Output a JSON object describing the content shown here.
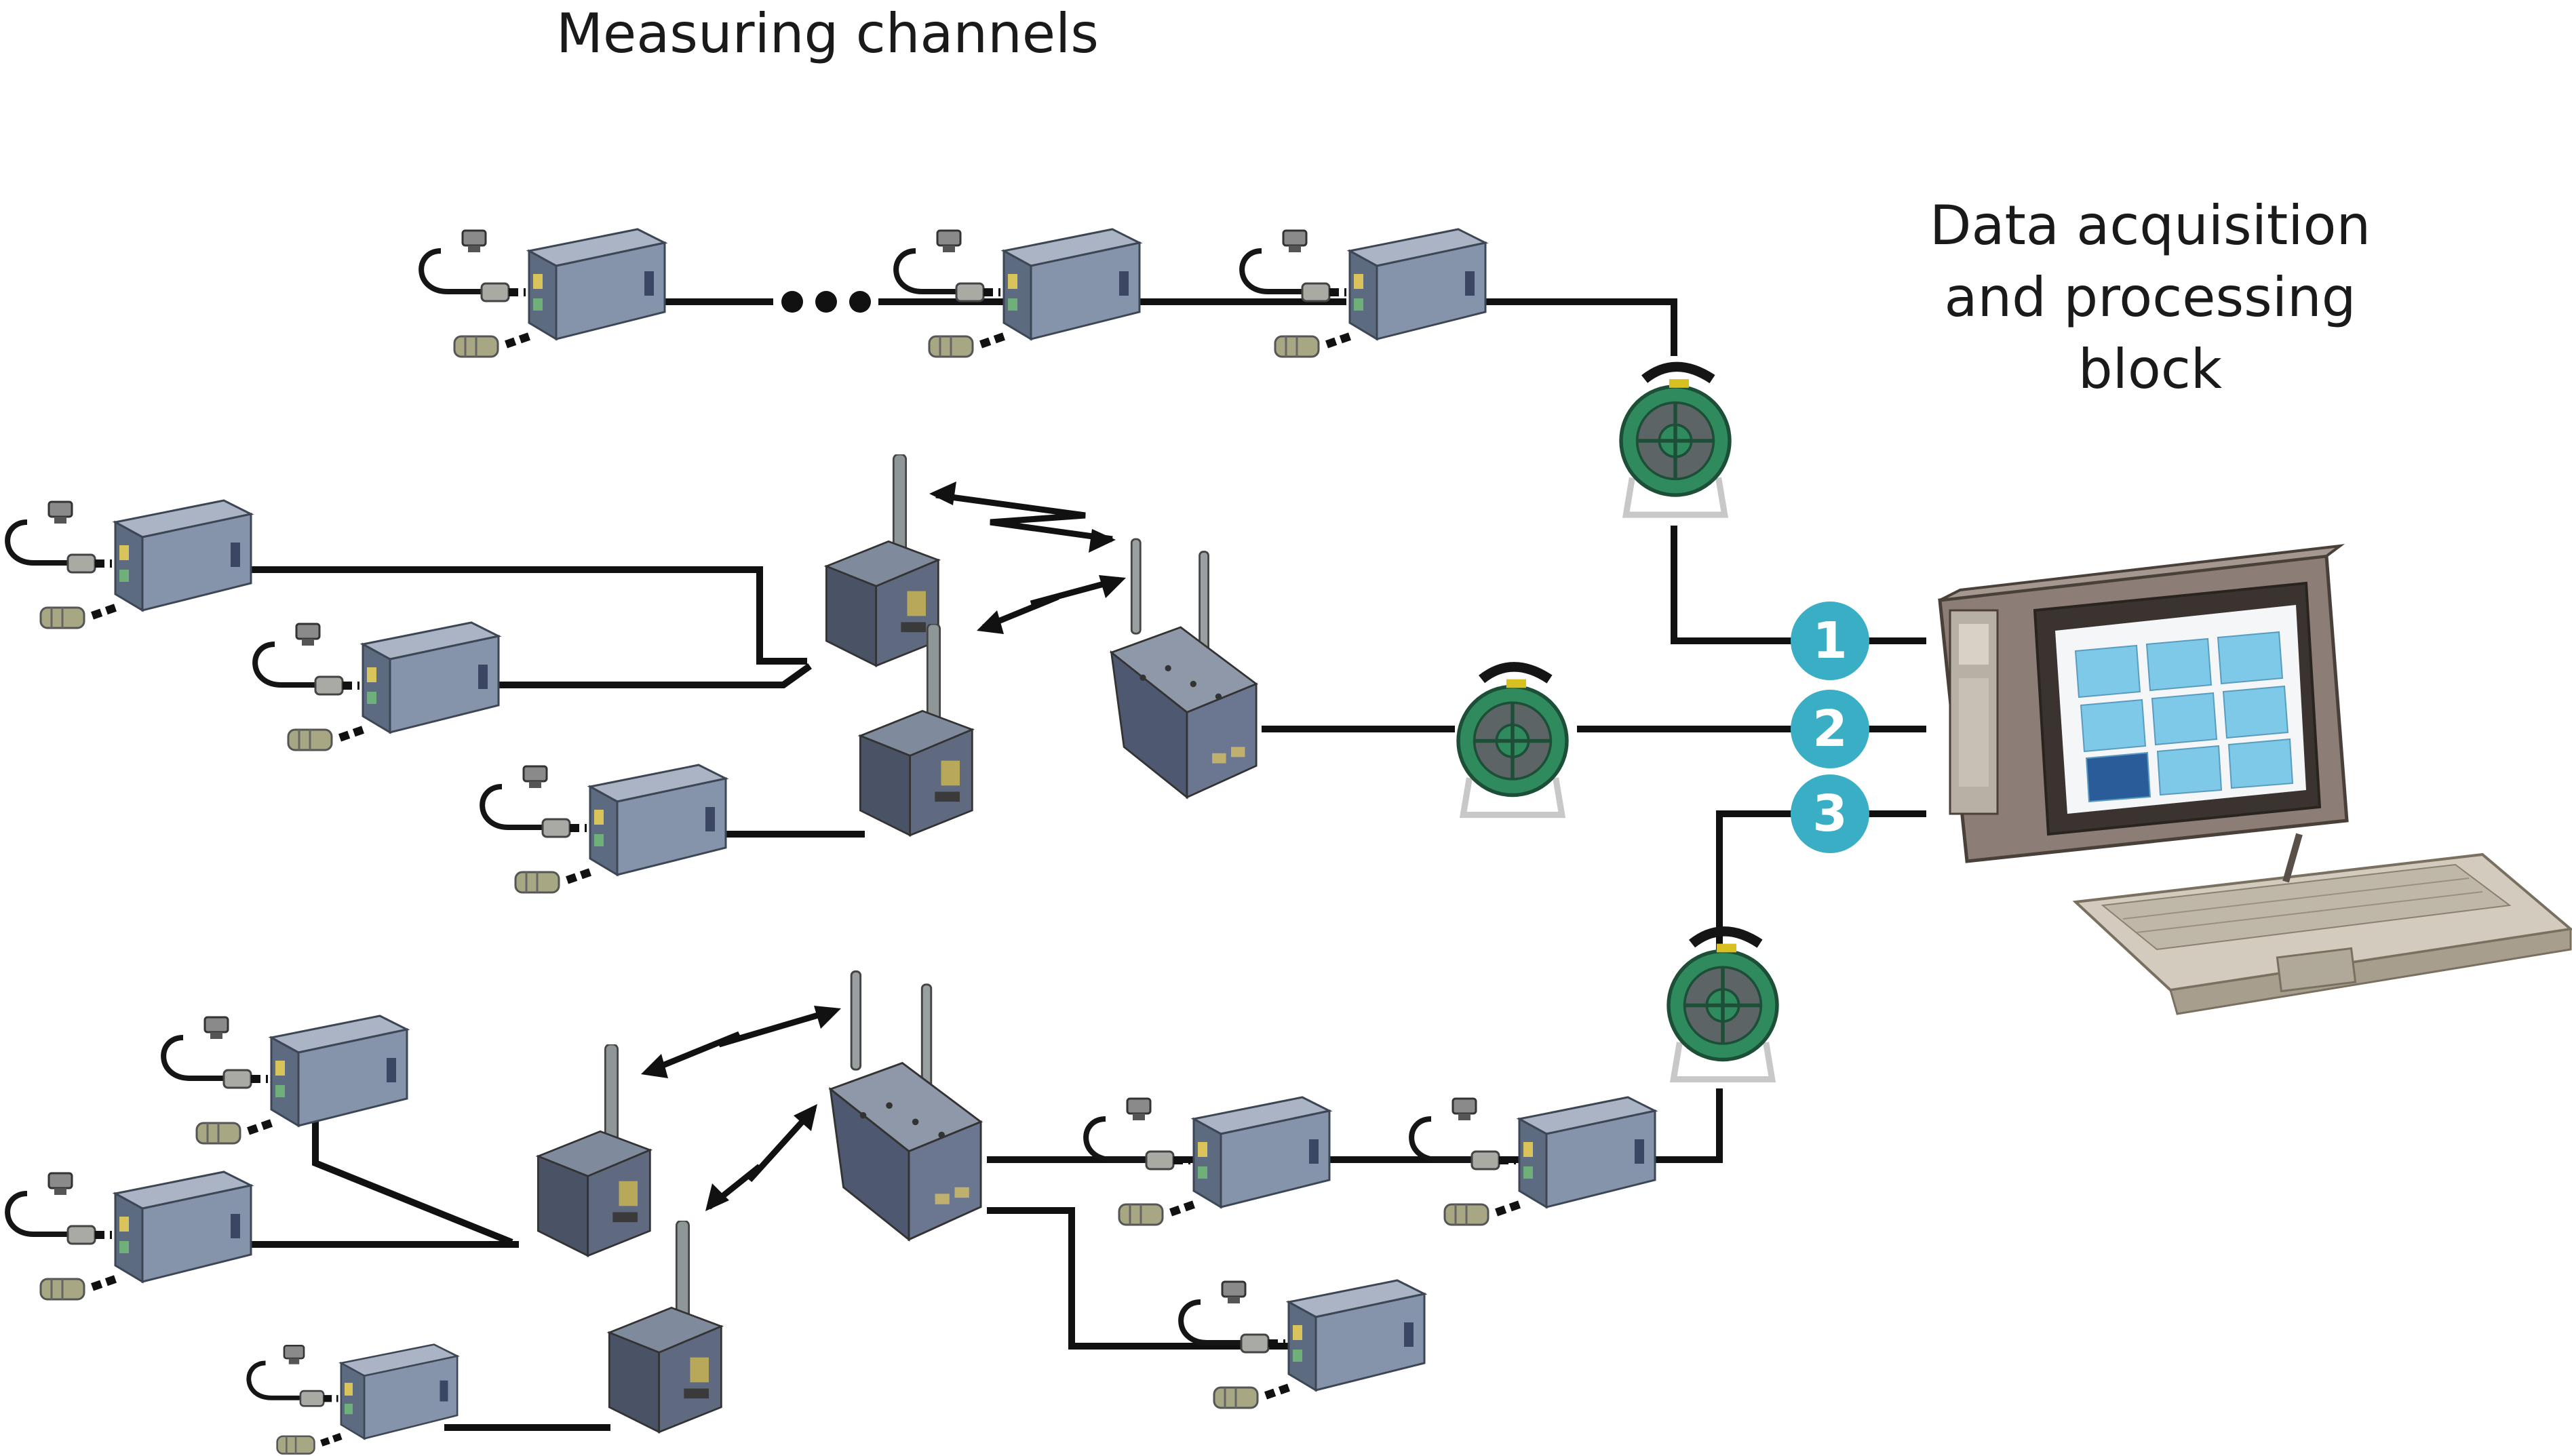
{
  "labels": {
    "measuring_channels": "Measuring channels",
    "daq_block": [
      "Data acquisition",
      "and processing",
      "block"
    ]
  },
  "channels": [
    {
      "number": "1"
    },
    {
      "number": "2"
    },
    {
      "number": "3"
    }
  ],
  "colors": {
    "badge": "#3aaec4",
    "sensor_box": "#8090a6",
    "sensor_accent": "#d8c45a",
    "radio_unit": "#6a7488",
    "reel": "#2f8a5e",
    "laptop_case": "#8c7e76",
    "screen": "#7ec8e8",
    "cable": "#111111"
  },
  "icons": [
    "sensor-node-icon",
    "radio-transmitter-icon",
    "radio-base-station-icon",
    "cable-reel-icon",
    "wireless-link-icon",
    "portable-computer-icon",
    "channel-badge-icon"
  ]
}
